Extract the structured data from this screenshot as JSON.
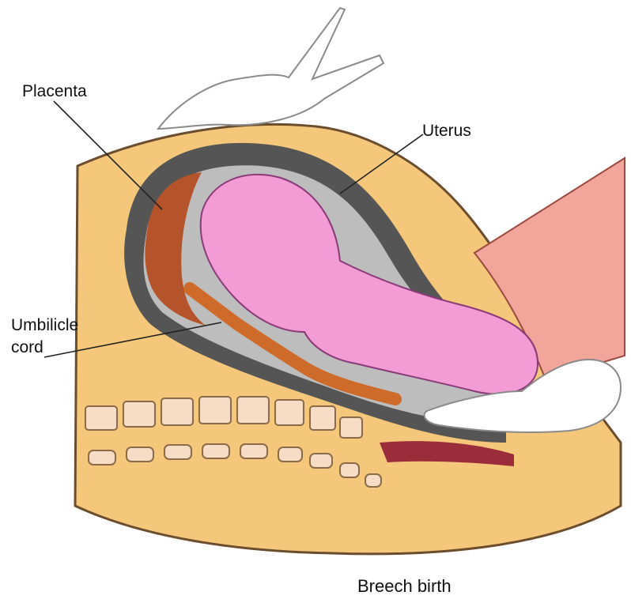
{
  "labels": {
    "placenta": "Placenta",
    "uterus": "Uterus",
    "cord_line1": "Umbilicle",
    "cord_line2": "cord"
  },
  "caption": "Breech birth",
  "colors": {
    "body": "#f4c77a",
    "body_outline": "#6b4d2e",
    "uterus_wall": "#555555",
    "uterine_cavity": "#bdbdbd",
    "placenta": "#b5532a",
    "fetus": "#f29bd4",
    "umbilical_cord": "#cf6b2a",
    "bone": "#f6dcc4",
    "hand": "#ffffff",
    "leg_skin": "#f2a59b"
  }
}
